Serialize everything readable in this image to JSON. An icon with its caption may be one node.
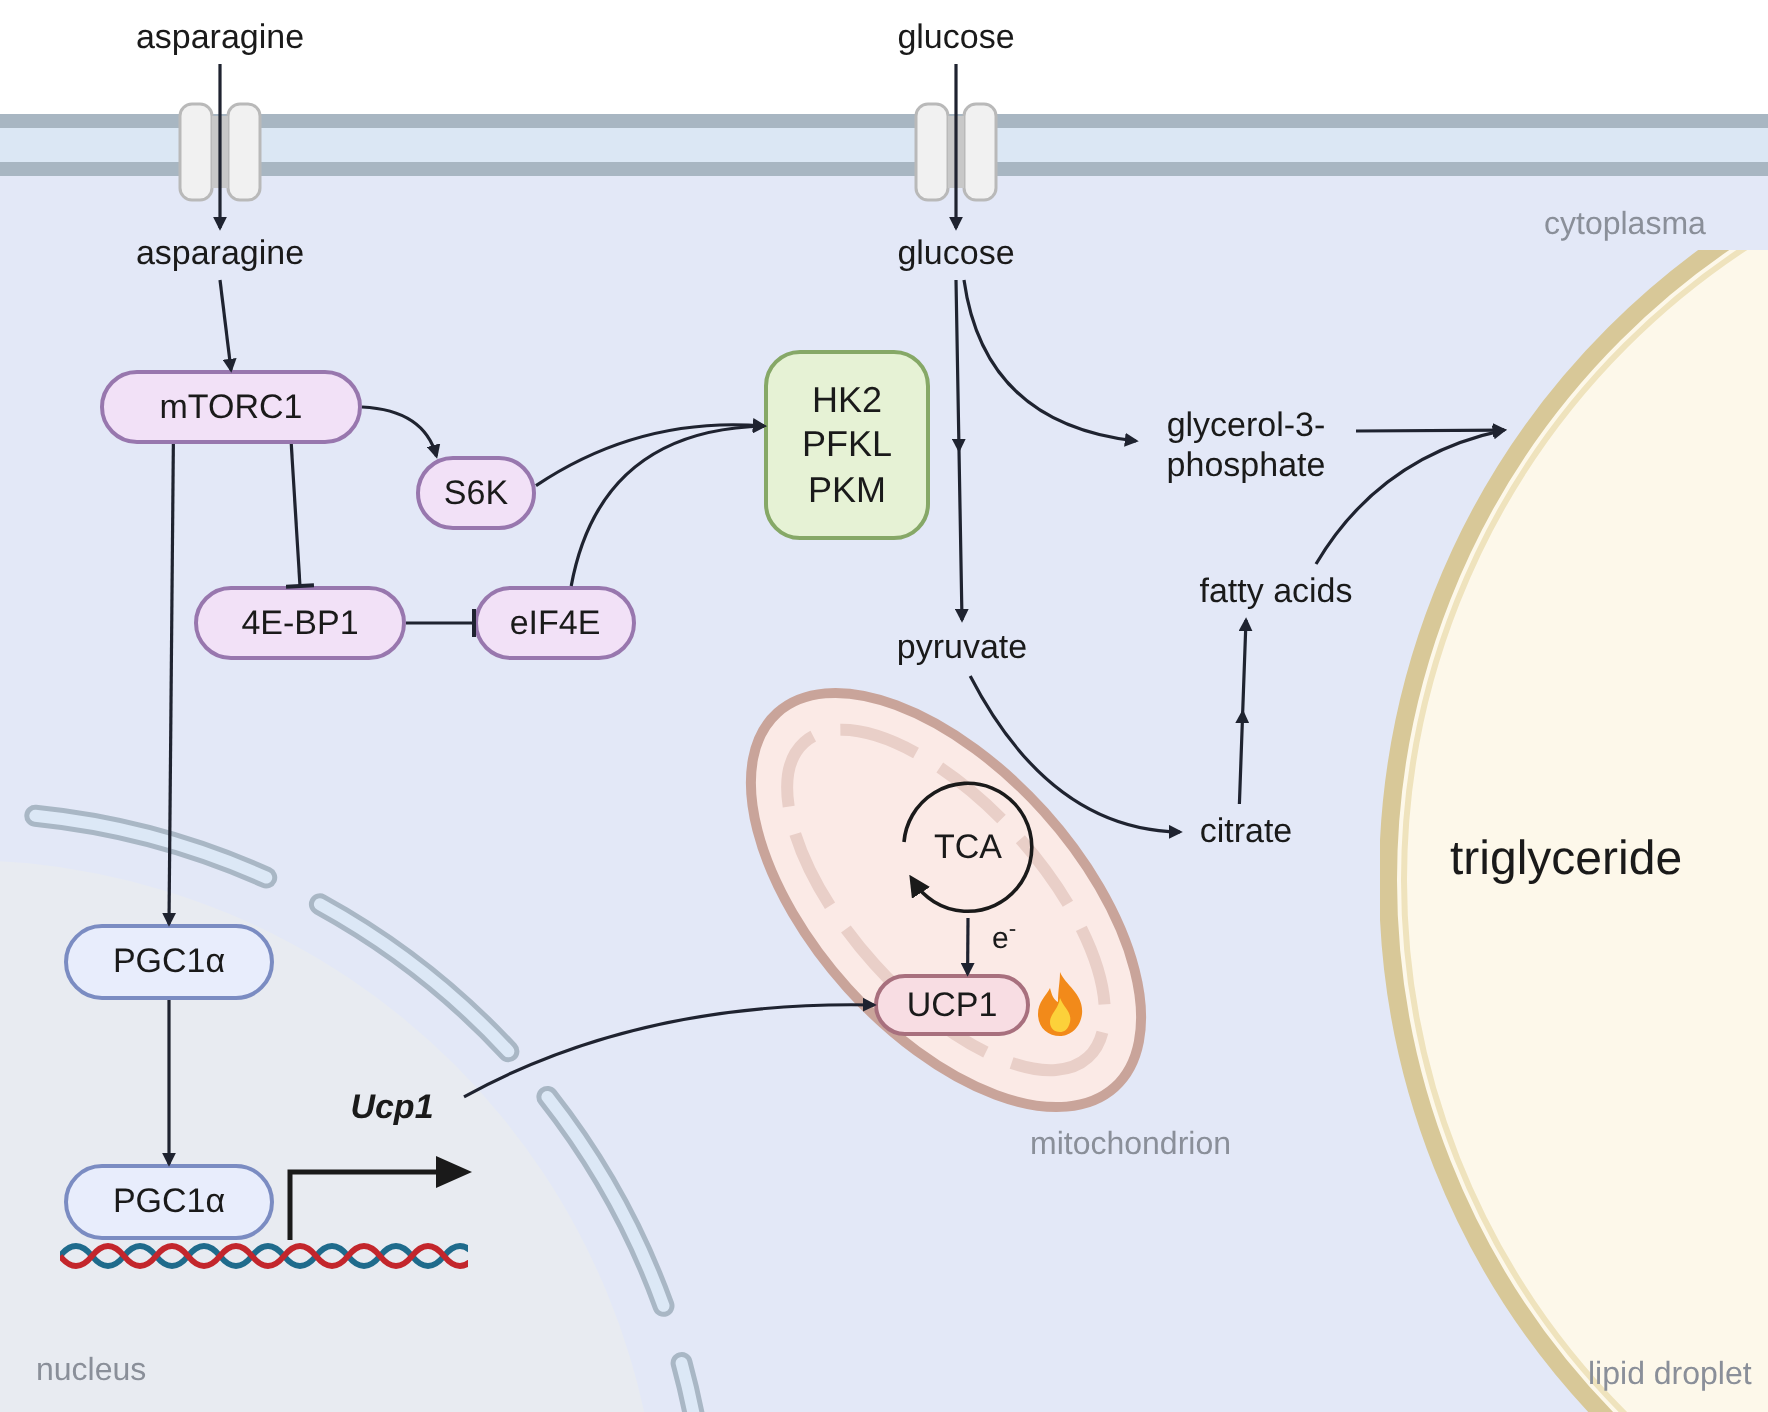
{
  "diagram": {
    "nodes": [
      {
        "text": [
          "asparagine"
        ]
      },
      {
        "text": [
          "glucose"
        ]
      },
      {
        "text": [
          "asparagine"
        ]
      },
      {
        "text": [
          "glucose"
        ]
      },
      {
        "text": [
          "mTORC1"
        ]
      },
      {
        "text": [
          "S6K"
        ]
      },
      {
        "text": [
          "4E-BP1"
        ]
      },
      {
        "text": [
          "eIF4E"
        ]
      },
      {
        "text": [
          "HK2 PFKL PKM"
        ]
      },
      {
        "text": [
          "glycerol-3-phosphate"
        ]
      },
      {
        "text": [
          "pyruvate"
        ]
      },
      {
        "text": [
          "fatty acids"
        ]
      },
      {
        "text": [
          "citrate"
        ]
      },
      {
        "text": [
          "mitochondrion"
        ]
      },
      {
        "text": [
          "TCA"
        ],
        "in": 13
      },
      {
        "text": [
          "UCP1"
        ],
        "in": 13
      },
      {
        "text": [
          "nucleus"
        ]
      },
      {
        "text": [
          "PGC1α"
        ],
        "in": 16
      },
      {
        "text": [
          "PGC1α"
        ],
        "in": 16
      },
      {
        "text": [
          "Ucp1"
        ],
        "in": 16
      },
      {
        "text": [
          "triglyceride",
          "lipid droplet"
        ]
      }
    ],
    "edges": [
      {
        "from": 0,
        "to": 2,
        "arrow": "to"
      },
      {
        "from": 1,
        "to": 3,
        "arrow": "to"
      },
      {
        "from": 2,
        "to": 4,
        "arrow": "to"
      },
      {
        "from": 4,
        "to": 5,
        "arrow": "to"
      },
      {
        "from": 4,
        "to": 6,
        "arrow": "other"
      },
      {
        "from": 6,
        "to": 7,
        "arrow": "other"
      },
      {
        "from": 5,
        "to": 8,
        "arrow": "to"
      },
      {
        "from": 7,
        "to": 8,
        "arrow": "to"
      },
      {
        "from": 4,
        "to": 17,
        "arrow": "to"
      },
      {
        "from": 17,
        "to": 18,
        "arrow": "to"
      },
      {
        "from": 3,
        "to": 9,
        "arrow": "to"
      },
      {
        "from": 3,
        "to": 10,
        "arrow": "to"
      },
      {
        "from": 10,
        "to": 12,
        "arrow": "to"
      },
      {
        "from": 12,
        "to": 11,
        "arrow": "to"
      },
      {
        "from": 9,
        "to": 20,
        "arrow": "to"
      },
      {
        "from": 11,
        "to": 20,
        "arrow": "to"
      },
      {
        "from": 14,
        "to": 15,
        "arrow": "to",
        "label": "e$^{-}$"
      },
      {
        "from": 19,
        "to": 15,
        "arrow": "to"
      }
    ],
    "labels": [
      "cytoplasma"
    ]
  }
}
